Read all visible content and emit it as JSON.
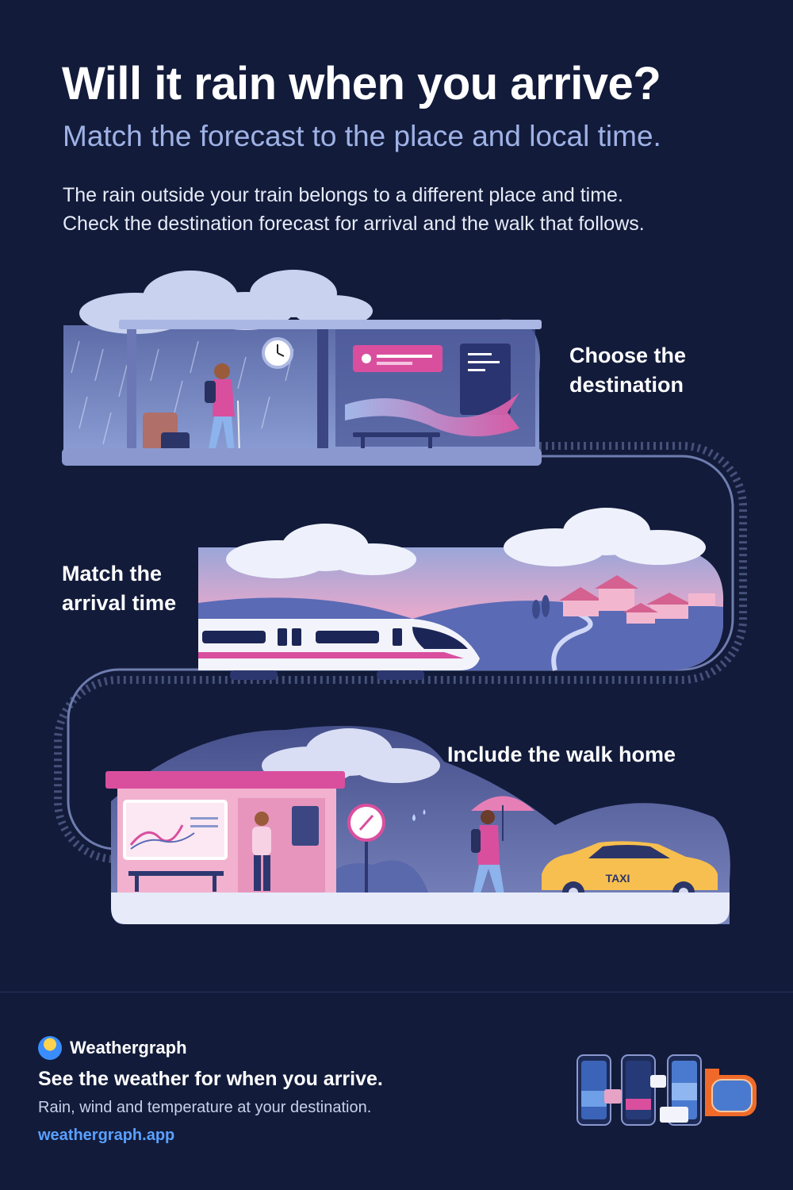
{
  "header": {
    "title": "Will it rain when you arrive?",
    "subtitle": "Match the forecast to the place and local time.",
    "intro_line1": "The rain outside your train belongs to a different place and time.",
    "intro_line2": "Check the destination forecast for arrival and the walk that follows."
  },
  "steps": [
    {
      "label": "Choose the\ndestination"
    },
    {
      "label": "Match the\narrival time"
    },
    {
      "label": "Include the walk home"
    }
  ],
  "scene": {
    "taxi_sign": "TAXI"
  },
  "footer": {
    "brand": "Weathergraph",
    "tagline": "See the weather for when you arrive.",
    "description": "Rain, wind and temperature at your destination.",
    "link": "weathergraph.app"
  },
  "colors": {
    "background": "#121b3a",
    "accent_pink": "#d94f9e",
    "subtitle_blue": "#9fb2e6",
    "link_blue": "#5aa0ff",
    "taxi_yellow": "#f7bf4f"
  },
  "icons": [
    "clock-icon",
    "compass-icon",
    "umbrella-icon",
    "weathergraph-logo-icon"
  ]
}
